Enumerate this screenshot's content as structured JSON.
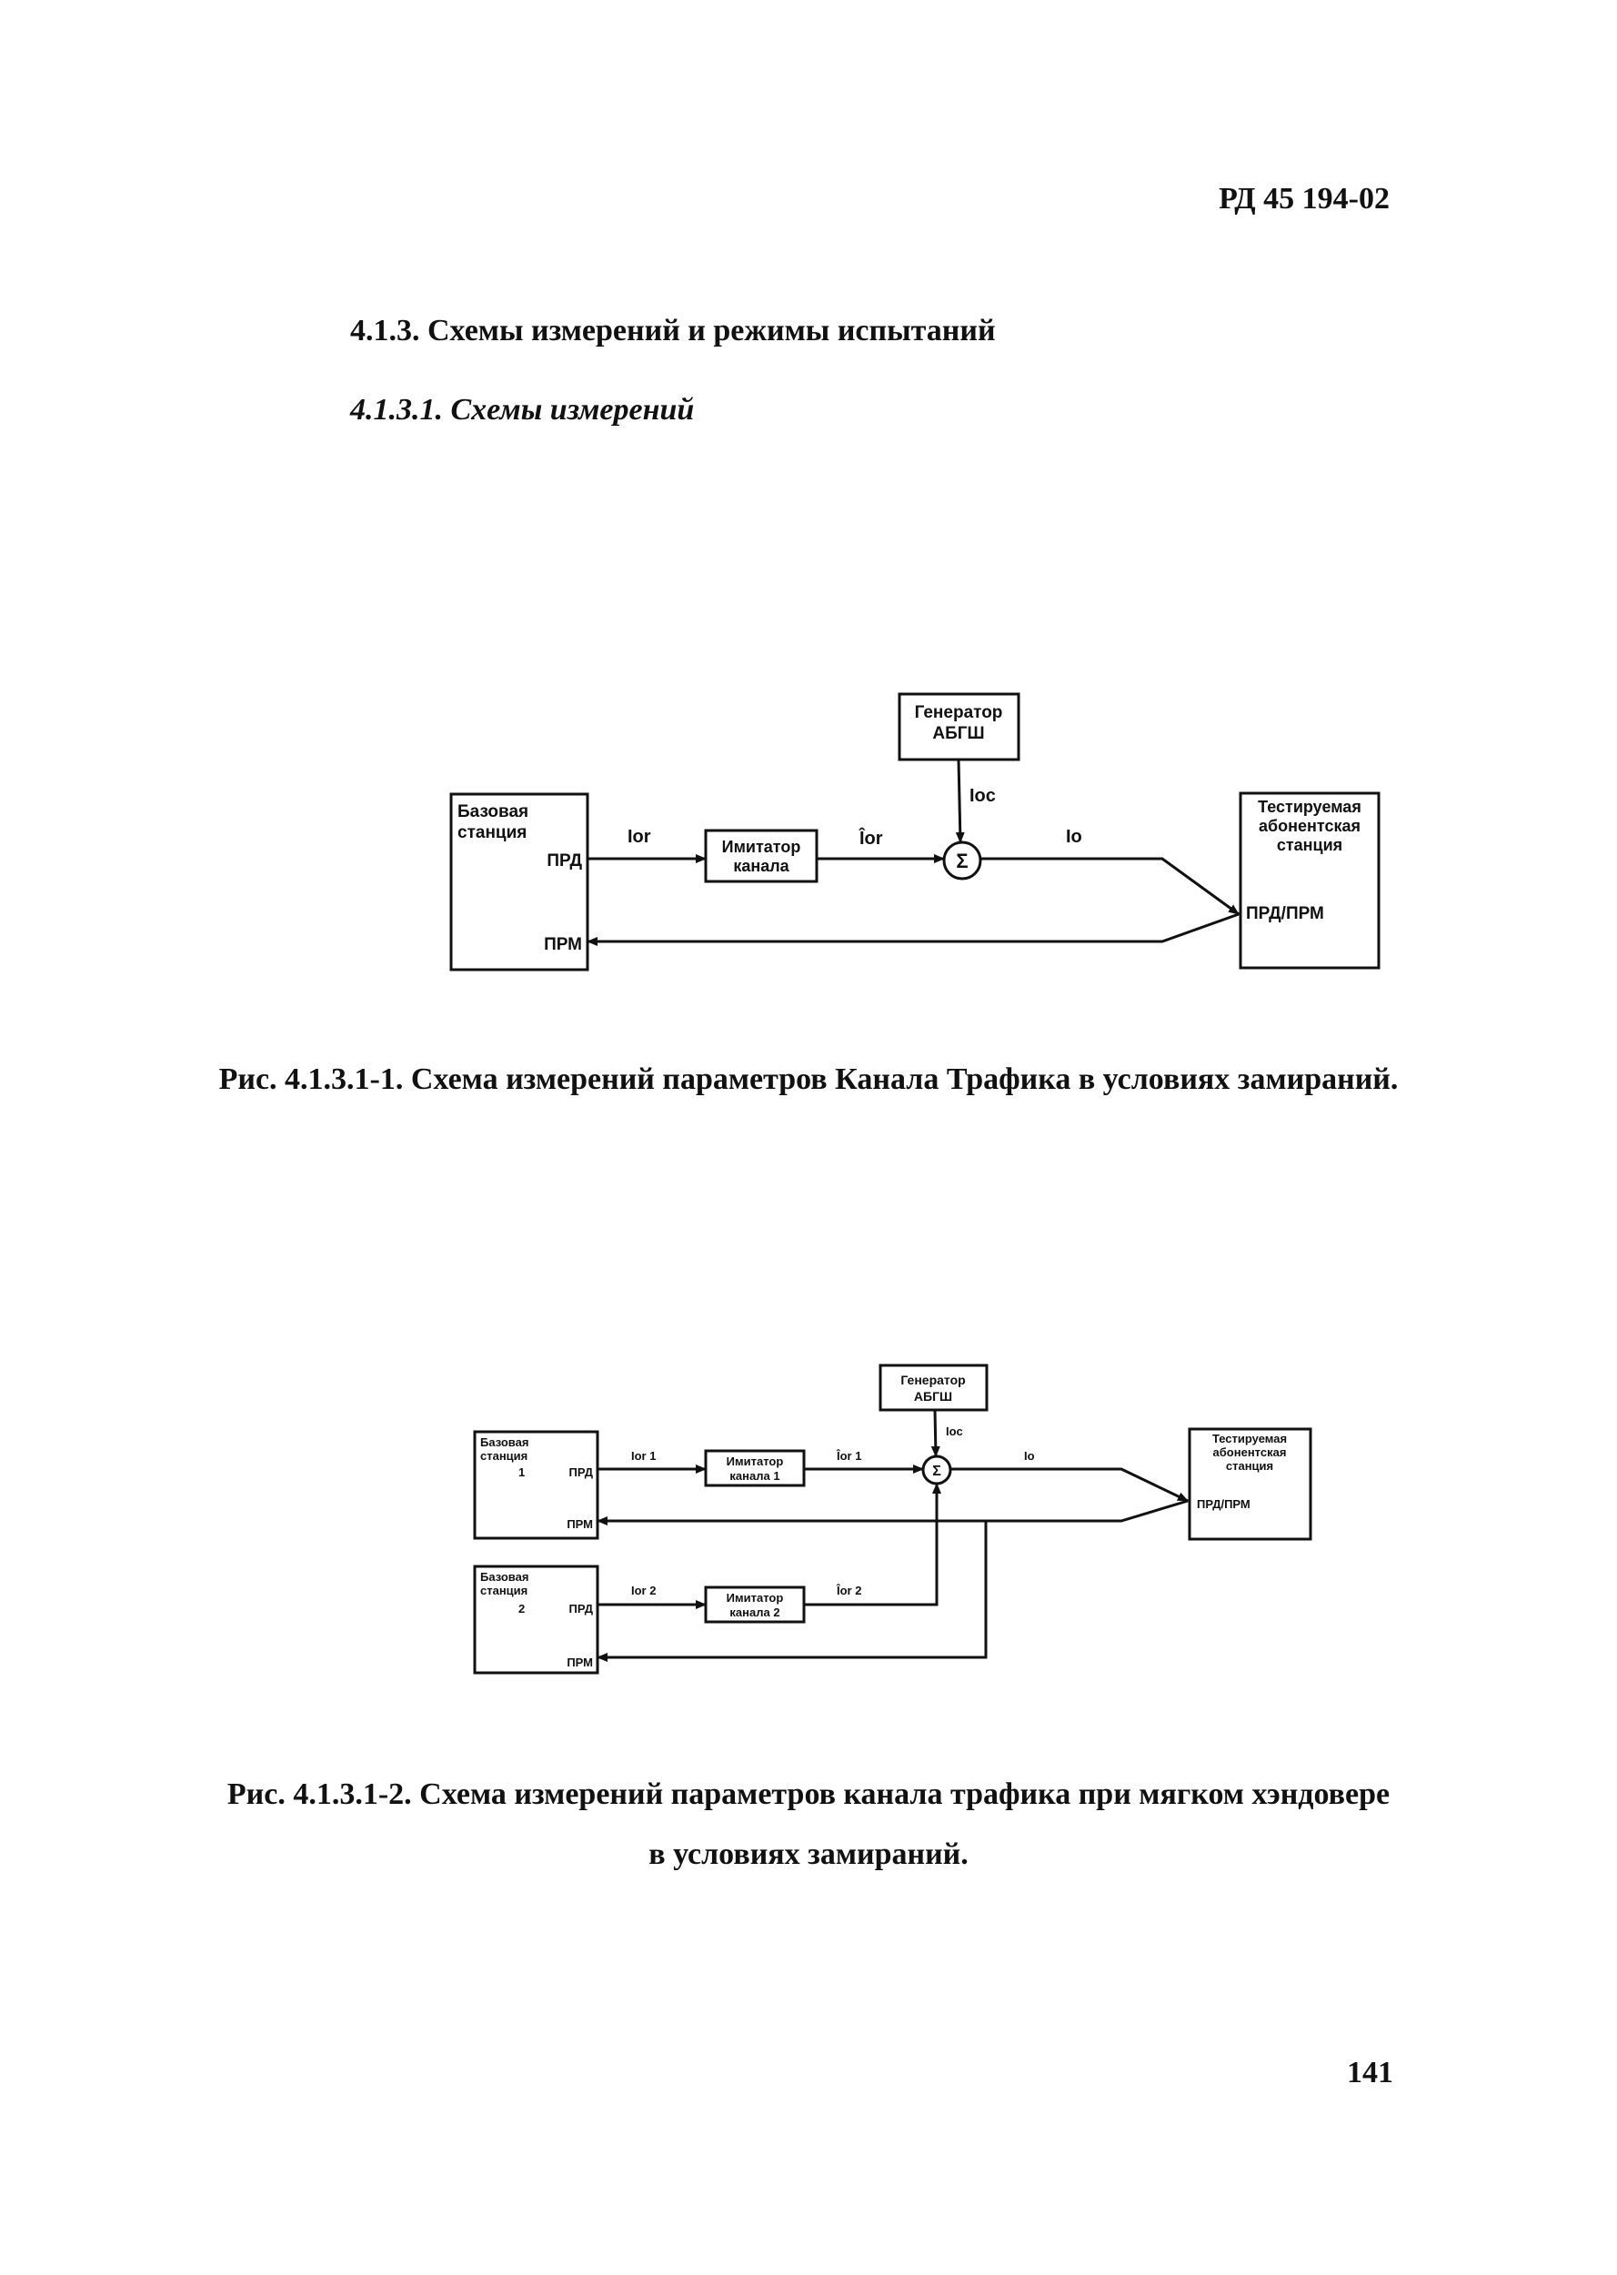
{
  "header": {
    "doc_code": "РД 45 194-02"
  },
  "section": {
    "title": "4.1.3. Схемы измерений и режимы испытаний"
  },
  "subsection": {
    "title": "4.1.3.1. Схемы измерений"
  },
  "figure1": {
    "base_station": {
      "line1": "Базовая",
      "line2": "станция",
      "tx": "ПРД",
      "rx": "ПРМ"
    },
    "generator": {
      "line1": "Генератор",
      "line2": "АБГШ"
    },
    "simulator": {
      "line1": "Имитатор",
      "line2": "канала"
    },
    "mobile": {
      "line1": "Тестируемая",
      "line2": "абонентская",
      "line3": "станция",
      "port": "ПРД/ПРМ"
    },
    "labels": {
      "ior": "Ior",
      "ior_hat": "Îor",
      "ioc": "Ioc",
      "io": "Io",
      "sum": "Σ"
    },
    "caption": "Рис. 4.1.3.1-1. Схема измерений параметров Канала Трафика в условиях замираний."
  },
  "figure2": {
    "base_station_1": {
      "line1": "Базовая",
      "line2": "станция",
      "num": "1",
      "tx": "ПРД",
      "rx": "ПРМ"
    },
    "base_station_2": {
      "line1": "Базовая",
      "line2": "станция",
      "num": "2",
      "tx": "ПРД",
      "rx": "ПРМ"
    },
    "generator": {
      "line1": "Генератор",
      "line2": "АБГШ"
    },
    "simulator_1": {
      "line1": "Имитатор",
      "line2": "канала 1"
    },
    "simulator_2": {
      "line1": "Имитатор",
      "line2": "канала 2"
    },
    "mobile": {
      "line1": "Тестируемая",
      "line2": "абонентская",
      "line3": "станция",
      "port": "ПРД/ПРМ"
    },
    "labels": {
      "ior1": "Ior 1",
      "ior1_hat": "Îor 1",
      "ior2": "Ior 2",
      "ior2_hat": "Îor 2",
      "ioc": "Ioc",
      "io": "Io",
      "sum": "Σ"
    },
    "caption_line1": "Рис. 4.1.3.1-2. Схема измерений параметров канала трафика при мягком хэндовере",
    "caption_line2": "в условиях замираний."
  },
  "footer": {
    "page_number": "141"
  }
}
